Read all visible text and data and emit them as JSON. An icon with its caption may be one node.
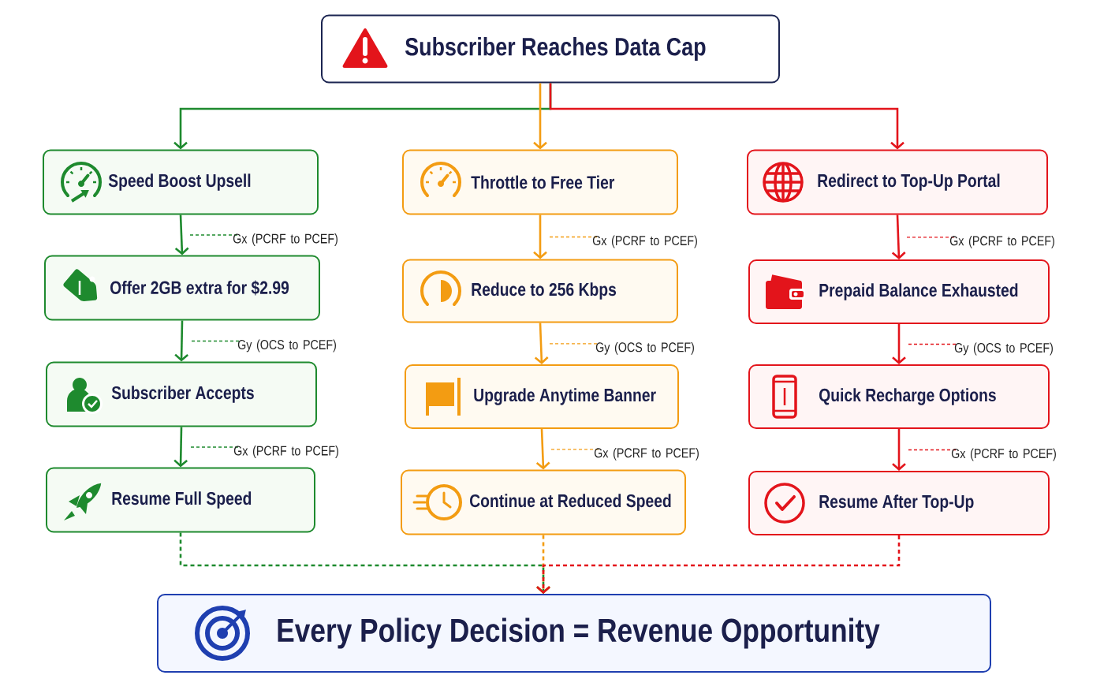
{
  "diagram": {
    "nodes": [
      {
        "text": [
          "Subscriber Reaches Data Cap"
        ]
      },
      {
        "text": [
          "Speed Boost Upsell"
        ]
      },
      {
        "text": [
          "Offer 2GB extra for $2.99"
        ]
      },
      {
        "text": [
          "Subscriber Accepts"
        ]
      },
      {
        "text": [
          "Resume Full Speed"
        ]
      },
      {
        "text": [
          "Throttle to Free Tier"
        ]
      },
      {
        "text": [
          "Reduce to 256 Kbps"
        ]
      },
      {
        "text": [
          "Upgrade Anytime Banner"
        ]
      },
      {
        "text": [
          "Continue at Reduced Speed"
        ]
      },
      {
        "text": [
          "Redirect to Top-Up Portal"
        ]
      },
      {
        "text": [
          "Prepaid Balance Exhausted"
        ]
      },
      {
        "text": [
          "Quick Recharge Options"
        ]
      },
      {
        "text": [
          "Resume After Top-Up"
        ]
      },
      {
        "text": [
          "Every Policy Decision = Revenue Opportunity"
        ]
      }
    ],
    "edges": [
      {
        "from": 0,
        "to": 1,
        "arrow": "to",
        "color": "#1e8a2e"
      },
      {
        "from": 0,
        "to": 5,
        "arrow": "to",
        "color": "#f39c12"
      },
      {
        "from": 0,
        "to": 9,
        "arrow": "to",
        "color": "#e3141b"
      },
      {
        "from": 1,
        "to": 2,
        "arrow": "to",
        "color": "#1e8a2e",
        "label": "Gx (PCRF to PCEF)"
      },
      {
        "from": 2,
        "to": 3,
        "arrow": "to",
        "color": "#1e8a2e",
        "label": "Gy (OCS to PCEF)"
      },
      {
        "from": 3,
        "to": 4,
        "arrow": "to",
        "color": "#1e8a2e",
        "label": "Gx (PCRF to PCEF)"
      },
      {
        "from": 5,
        "to": 6,
        "arrow": "to",
        "color": "#f39c12",
        "label": "Gx (PCRF to PCEF)"
      },
      {
        "from": 6,
        "to": 7,
        "arrow": "to",
        "color": "#f39c12",
        "label": "Gy (OCS to PCEF)"
      },
      {
        "from": 7,
        "to": 8,
        "arrow": "to",
        "color": "#f39c12",
        "label": "Gx (PCRF to PCEF)"
      },
      {
        "from": 9,
        "to": 10,
        "arrow": "to",
        "color": "#e3141b",
        "label": "Gx (PCRF to PCEF)"
      },
      {
        "from": 10,
        "to": 11,
        "arrow": "to",
        "color": "#e3141b",
        "label": "Gy (OCS to PCEF)"
      },
      {
        "from": 11,
        "to": 12,
        "arrow": "to",
        "color": "#e3141b",
        "label": "Gx (PCRF to PCEF)"
      },
      {
        "from": 4,
        "to": 13,
        "arrow": "to",
        "style": "dashed",
        "color": "#1e8a2e"
      },
      {
        "from": 8,
        "to": 13,
        "arrow": "to",
        "style": "dashed",
        "color": "#f39c12"
      },
      {
        "from": 12,
        "to": 13,
        "arrow": "to",
        "style": "dashed",
        "color": "#e3141b"
      }
    ]
  }
}
